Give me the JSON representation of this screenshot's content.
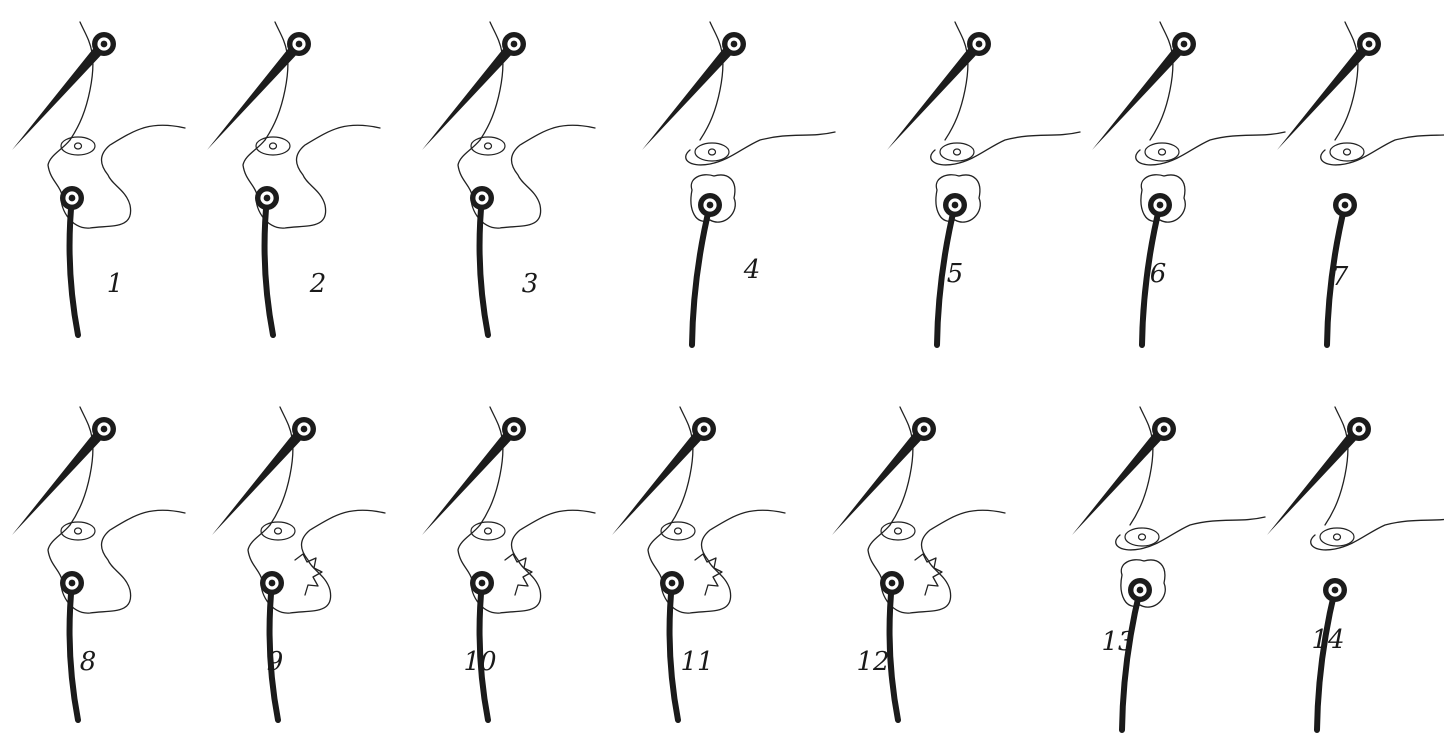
{
  "figure": {
    "panel_numbers": [
      "1",
      "2",
      "3",
      "4",
      "5",
      "6",
      "7",
      "8",
      "9",
      "10",
      "11",
      "12",
      "13",
      "14"
    ]
  }
}
